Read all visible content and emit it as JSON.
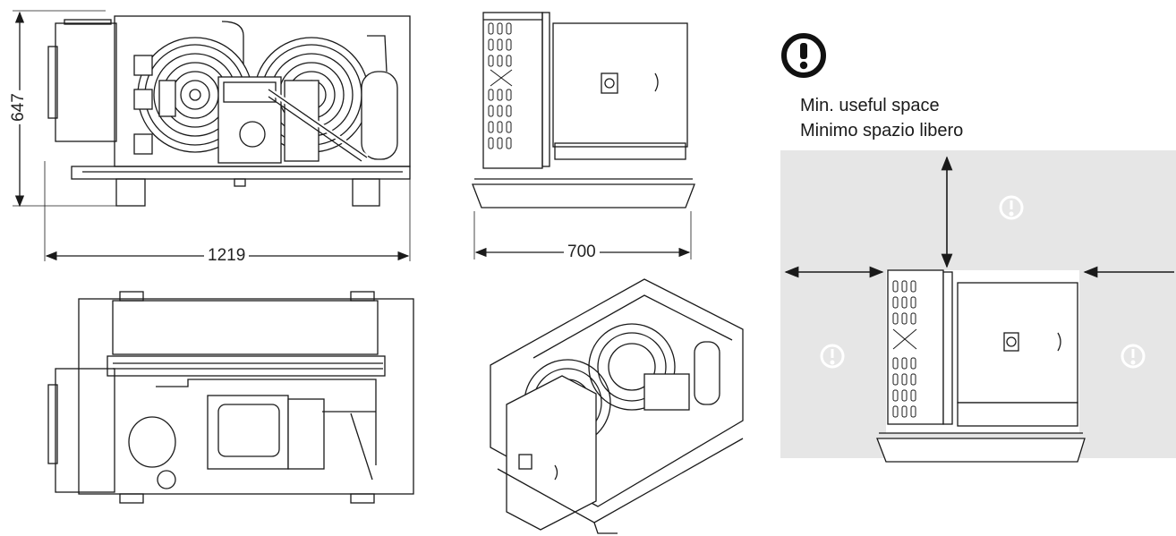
{
  "dimensions": {
    "height_label": "647",
    "width_label": "1219",
    "depth_label": "700"
  },
  "clearance": {
    "line1": "Min. useful space",
    "line2": "Minimo spazio libero"
  },
  "icons": {
    "warning": "warning-exclamation-icon"
  },
  "colors": {
    "line": "#1a1a1a",
    "clearance_zone": "#e6e6e6",
    "icon_on_zone": "#ffffff"
  }
}
